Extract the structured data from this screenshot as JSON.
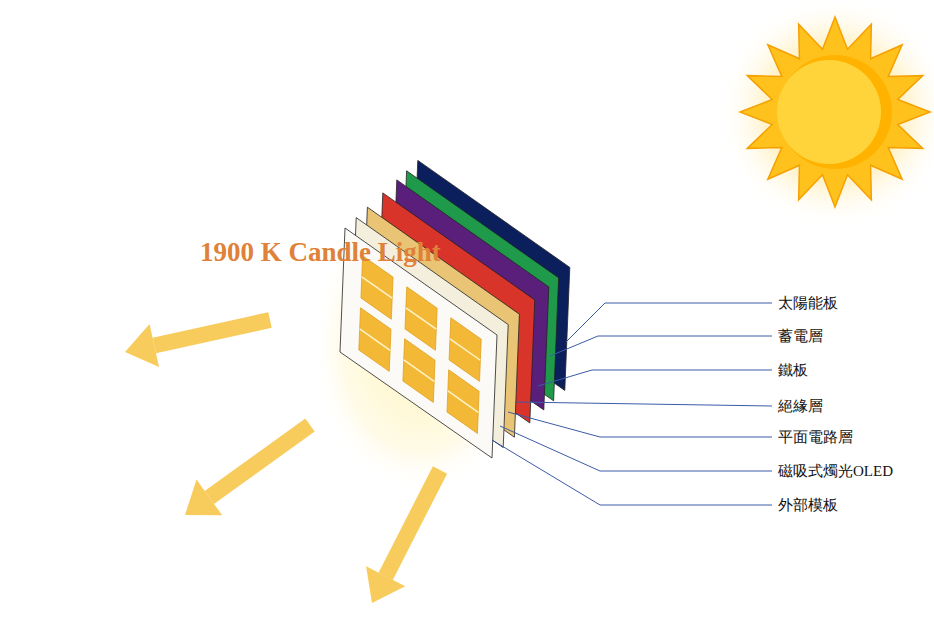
{
  "diagram": {
    "labels": [
      "1900 K Candle Light",
      "太陽能板",
      "蓄電層",
      "鐵板",
      "絕緣層",
      "平面電路層",
      "磁吸式燭光OLED",
      "外部模板"
    ]
  }
}
